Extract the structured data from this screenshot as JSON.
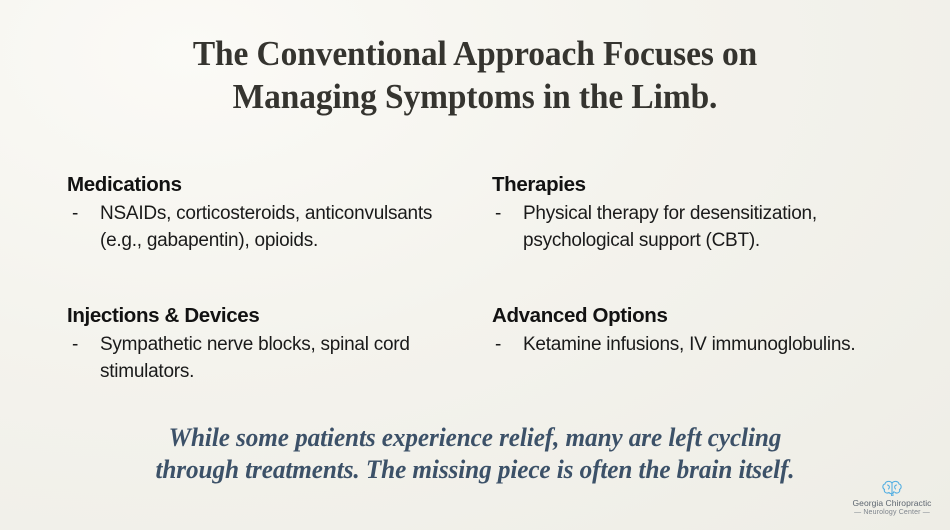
{
  "slide": {
    "background_color": "#f4f3ed",
    "title": {
      "line1": "The Conventional Approach Focuses on",
      "line2": "Managing Symptoms in the Limb.",
      "color": "#35342f"
    },
    "columns": {
      "left": [
        {
          "heading": "Medications",
          "bullets": [
            {
              "marker": "-",
              "text": "NSAIDs, corticosteroids, anticonvulsants (e.g., gabapentin), opioids."
            }
          ]
        },
        {
          "heading": "Injections & Devices",
          "bullets": [
            {
              "marker": "-",
              "text": "Sympathetic nerve blocks, spinal cord stimulators."
            }
          ]
        }
      ],
      "right": [
        {
          "heading": "Therapies",
          "bullets": [
            {
              "marker": "-",
              "text": "Physical therapy for desensitization, psychological support (CBT)."
            }
          ]
        },
        {
          "heading": "Advanced Options",
          "bullets": [
            {
              "marker": "-",
              "text": "Ketamine infusions, IV immunoglobulins."
            }
          ]
        }
      ]
    },
    "quote": {
      "line1": "While some patients experience relief, many are left cycling",
      "line2": "through treatments. The missing piece is often the brain itself.",
      "color": "#3c5168"
    },
    "logo": {
      "icon": "brain-icon",
      "icon_color": "#4fa9e0",
      "name": "Georgia Chiropractic",
      "subtitle": "— Neurology Center —"
    }
  }
}
